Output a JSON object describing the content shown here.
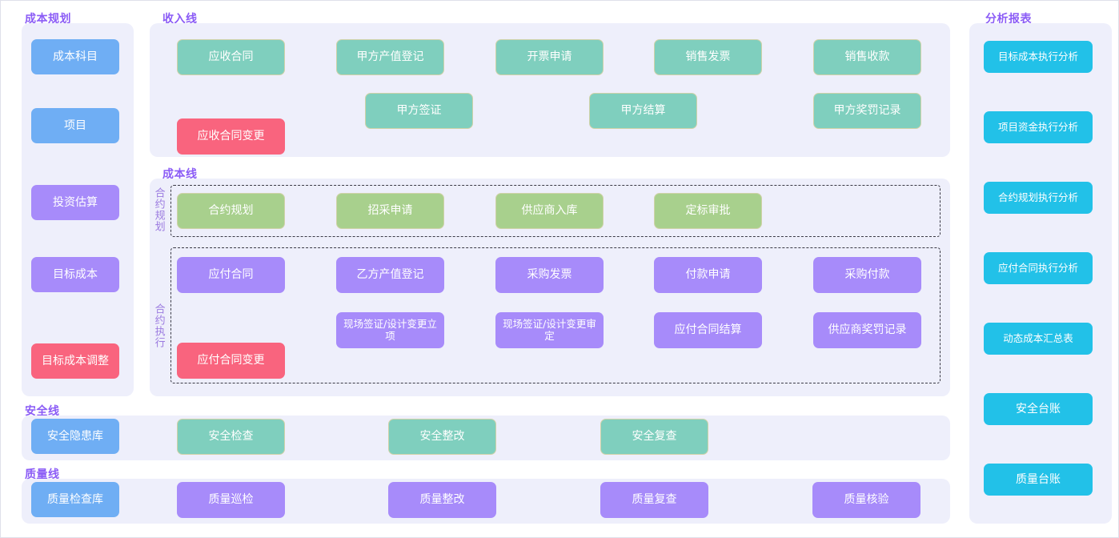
{
  "diagram": {
    "title_color": "#8b5cf6",
    "panels": [
      {
        "key": "cost_plan",
        "title": "成本规划"
      },
      {
        "key": "revenue",
        "title": "收入线"
      },
      {
        "key": "cost_line",
        "title": "成本线"
      },
      {
        "key": "safety",
        "title": "安全线"
      },
      {
        "key": "quality",
        "title": "质量线"
      },
      {
        "key": "reports",
        "title": "分析报表"
      }
    ],
    "group_labels": [
      {
        "key": "contract_plan",
        "title": "合约规划"
      },
      {
        "key": "contract_exec",
        "title": "合约执行"
      }
    ],
    "cost_plan_nodes": [
      {
        "label": "成本科目",
        "color": "#6faef4"
      },
      {
        "label": "项目",
        "color": "#6faef4"
      },
      {
        "label": "投资估算",
        "color": "#a78bfa"
      },
      {
        "label": "目标成本",
        "color": "#a78bfa"
      },
      {
        "label": "目标成本调整",
        "color": "#f9647e"
      }
    ],
    "revenue_nodes": {
      "row1": [
        {
          "label": "应收合同",
          "color": "#7fcfbe"
        },
        {
          "label": "甲方产值登记",
          "color": "#7fcfbe"
        },
        {
          "label": "开票申请",
          "color": "#7fcfbe"
        },
        {
          "label": "销售发票",
          "color": "#7fcfbe"
        },
        {
          "label": "销售收款",
          "color": "#7fcfbe"
        }
      ],
      "row2": [
        {
          "label": "甲方签证",
          "color": "#7fcfbe"
        },
        {
          "label": "甲方结算",
          "color": "#7fcfbe"
        },
        {
          "label": "甲方奖罚记录",
          "color": "#7fcfbe"
        }
      ],
      "change": {
        "label": "应收合同变更",
        "color": "#f9647e"
      }
    },
    "contract_plan_nodes": [
      {
        "label": "合约规划",
        "color": "#a8d08d"
      },
      {
        "label": "招采申请",
        "color": "#a8d08d"
      },
      {
        "label": "供应商入库",
        "color": "#a8d08d"
      },
      {
        "label": "定标审批",
        "color": "#a8d08d"
      }
    ],
    "contract_exec_nodes": {
      "row1": [
        {
          "label": "应付合同",
          "color": "#a78bfa"
        },
        {
          "label": "乙方产值登记",
          "color": "#a78bfa"
        },
        {
          "label": "采购发票",
          "color": "#a78bfa"
        },
        {
          "label": "付款申请",
          "color": "#a78bfa"
        },
        {
          "label": "采购付款",
          "color": "#a78bfa"
        }
      ],
      "row2": [
        {
          "label": "现场签证/设计变更立项",
          "color": "#a78bfa"
        },
        {
          "label": "现场签证/设计变更审定",
          "color": "#a78bfa"
        },
        {
          "label": "应付合同结算",
          "color": "#a78bfa"
        },
        {
          "label": "供应商奖罚记录",
          "color": "#a78bfa"
        }
      ],
      "change": {
        "label": "应付合同变更",
        "color": "#f9647e"
      }
    },
    "safety_nodes": [
      {
        "label": "安全隐患库",
        "color": "#6faef4"
      },
      {
        "label": "安全检查",
        "color": "#7fcfbe"
      },
      {
        "label": "安全整改",
        "color": "#7fcfbe"
      },
      {
        "label": "安全复查",
        "color": "#7fcfbe"
      }
    ],
    "quality_nodes": [
      {
        "label": "质量检查库",
        "color": "#6faef4"
      },
      {
        "label": "质量巡检",
        "color": "#a78bfa"
      },
      {
        "label": "质量整改",
        "color": "#a78bfa"
      },
      {
        "label": "质量复查",
        "color": "#a78bfa"
      },
      {
        "label": "质量核验",
        "color": "#a78bfa"
      }
    ],
    "report_nodes": [
      {
        "label": "目标成本执行分析",
        "color": "#22c1e8"
      },
      {
        "label": "项目资金执行分析",
        "color": "#22c1e8"
      },
      {
        "label": "合约规划执行分析",
        "color": "#22c1e8"
      },
      {
        "label": "应付合同执行分析",
        "color": "#22c1e8"
      },
      {
        "label": "动态成本汇总表",
        "color": "#22c1e8"
      },
      {
        "label": "安全台账",
        "color": "#22c1e8"
      },
      {
        "label": "质量台账",
        "color": "#22c1e8"
      }
    ]
  }
}
